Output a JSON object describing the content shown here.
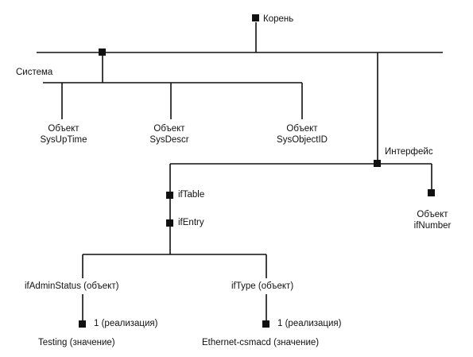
{
  "nodes": {
    "root": {
      "label": "Корень"
    },
    "system": {
      "label": "Система"
    },
    "sysuptime": {
      "line1": "Объект",
      "line2": "SysUpTime"
    },
    "sysdescr": {
      "line1": "Объект",
      "line2": "SysDescr"
    },
    "sysobjectid": {
      "line1": "Объект",
      "line2": "SysObjectID"
    },
    "interface": {
      "label": "Интерфейс"
    },
    "iftable": {
      "label": "ifTable"
    },
    "ifentry": {
      "label": "ifEntry"
    },
    "ifnumber": {
      "line1": "Объект",
      "line2": "ifNumber"
    },
    "ifadminstatus": {
      "label": "ifAdminStatus (объект)"
    },
    "iftype": {
      "label": "ifType (объект)"
    },
    "instance_admin": {
      "label": "1 (реализация)"
    },
    "instance_type": {
      "label": "1 (реализация)"
    },
    "value_admin": {
      "label": "Testing (значение)"
    },
    "value_type": {
      "label": "Ethernet-csmacd (значение)"
    }
  },
  "colors": {
    "line": "#111111",
    "node": "#111111",
    "text": "#111111",
    "background": "#ffffff"
  }
}
